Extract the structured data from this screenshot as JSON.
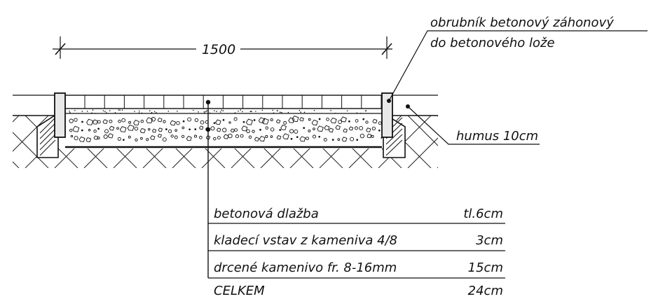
{
  "dimension": {
    "value": "1500"
  },
  "curb": {
    "line1": "obrubník betonový záhonový",
    "line2": "do betonového lože"
  },
  "humus": {
    "label": "humus 10cm"
  },
  "layers": [
    {
      "name": "betonová dlažba",
      "thickness": "tl.6cm"
    },
    {
      "name": "kladecí vstav z kameniva 4/8",
      "thickness": "3cm"
    },
    {
      "name": "drcené kamenivo fr. 8-16mm",
      "thickness": "15cm"
    }
  ],
  "total": {
    "label": "CELKEM",
    "value": "24cm"
  }
}
